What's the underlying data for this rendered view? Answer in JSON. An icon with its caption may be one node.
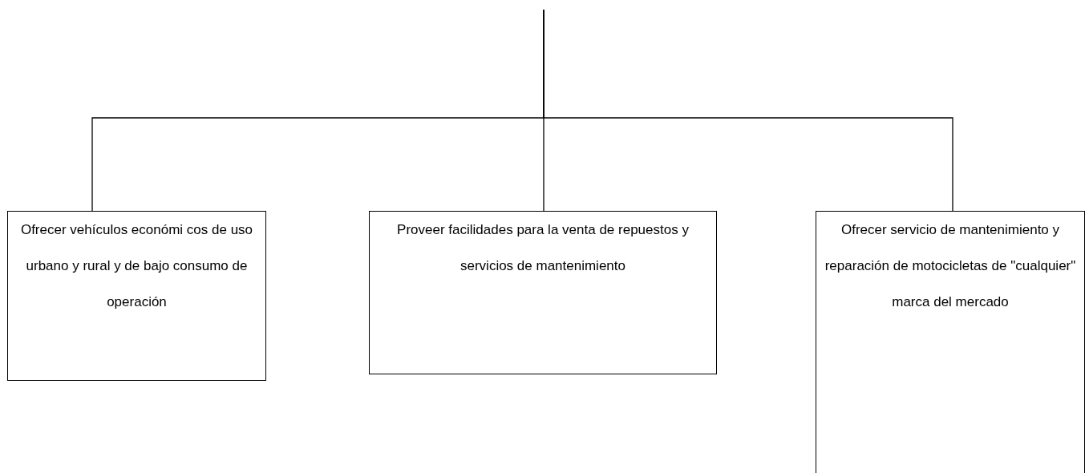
{
  "diagram": {
    "nodes": [
      {
        "text": [
          "Ofrecer vehículos económi cos de uso urbano y rural y de bajo consumo de operación"
        ]
      },
      {
        "text": [
          "Proveer facilidades para la venta de repuestos y servicios de mantenimiento"
        ]
      },
      {
        "text": [
          "Ofrecer servicio de mantenimiento y reparación de motocicletas de \"cualquier\" marca del mercado"
        ]
      }
    ],
    "edges": [
      {
        "from": null,
        "to": 0,
        "arrow": "none"
      },
      {
        "from": null,
        "to": 1,
        "arrow": "none"
      },
      {
        "from": null,
        "to": 2,
        "arrow": "none"
      }
    ]
  }
}
